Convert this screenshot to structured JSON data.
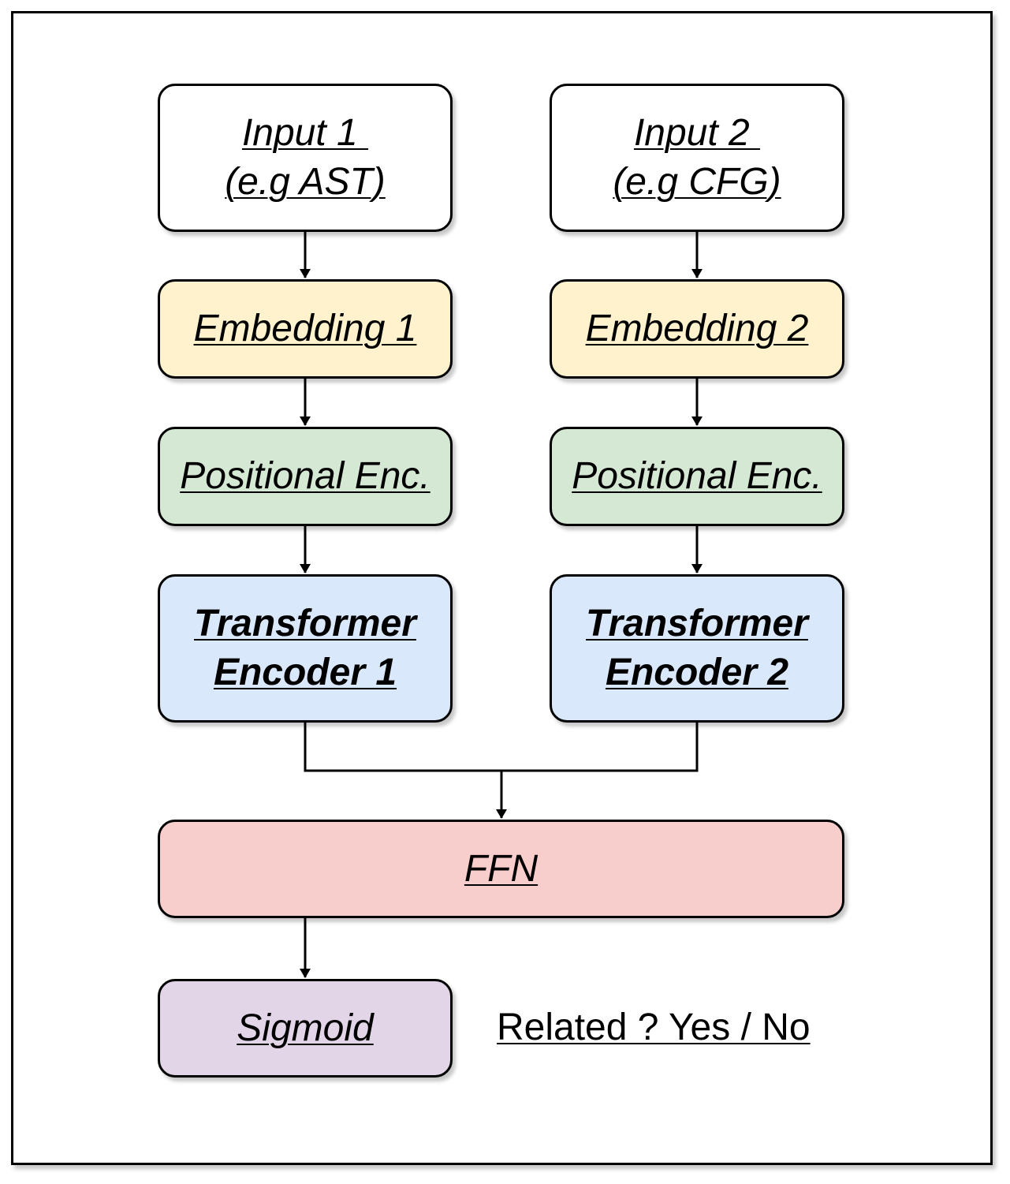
{
  "colors": {
    "input": "#ffffff",
    "embedding": "#fff2cc",
    "positional": "#d5e8d4",
    "encoder": "#dae8fc",
    "ffn": "#f8cecc",
    "sigmoid": "#e1d5e7",
    "stroke": "#000000"
  },
  "left": {
    "input": {
      "line1": "Input 1 ",
      "line2": "(e.g AST)"
    },
    "embedding": "Embedding 1",
    "positional": "Positional Enc.",
    "encoder": {
      "line1": "Transformer",
      "line2": "Encoder 1"
    }
  },
  "right": {
    "input": {
      "line1": "Input 2 ",
      "line2": "(e.g CFG)"
    },
    "embedding": "Embedding 2",
    "positional": "Positional Enc.",
    "encoder": {
      "line1": "Transformer",
      "line2": "Encoder 2"
    }
  },
  "ffn": "FFN",
  "sigmoid": "Sigmoid",
  "output": "Related ? Yes / No"
}
